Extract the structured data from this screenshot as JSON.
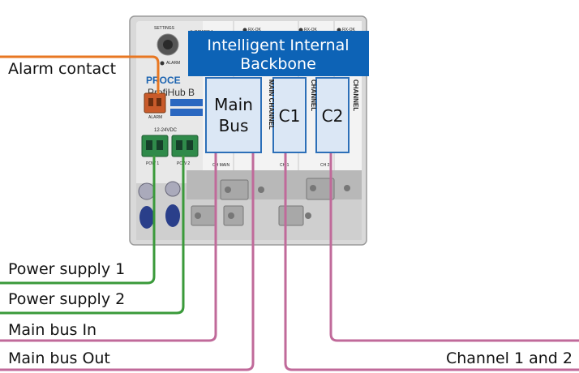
{
  "callout": {
    "line1": "Intelligent Internal",
    "line2": "Backbone"
  },
  "modules": [
    {
      "line1": "Main",
      "line2": "Bus"
    },
    {
      "line1": "C1",
      "line2": ""
    },
    {
      "line1": "C2",
      "line2": ""
    }
  ],
  "side_labels": [
    "MAIN CHANNEL",
    "CHANNEL",
    "CHANNEL"
  ],
  "labels": {
    "alarm": "Alarm contact",
    "power1": "Power supply 1",
    "power2": "Power supply 2",
    "main_in": "Main bus In",
    "main_out": "Main bus Out",
    "channels": "Channel 1 and 2"
  },
  "device": {
    "settings": "SETTINGS",
    "power1": "POWER 1",
    "rx_ok": "RX-OK",
    "alarm": "ALARM",
    "brand": "PROCE",
    "model": "ProfiHub B",
    "alarm_conn": "ALARM",
    "voltage": "12-24VDC",
    "pow1": "POW 1",
    "pow2": "POW 2",
    "ch_main": "CH MAIN",
    "ch_1": "CH 1",
    "ch_2": "CH 2"
  },
  "colors": {
    "orange": "#e87722",
    "green": "#3a9a3a",
    "pink": "#c06a9a",
    "callout_bg": "#0d63b6",
    "module_bg": "#dbe7f5",
    "module_border": "#2c6fb8"
  }
}
